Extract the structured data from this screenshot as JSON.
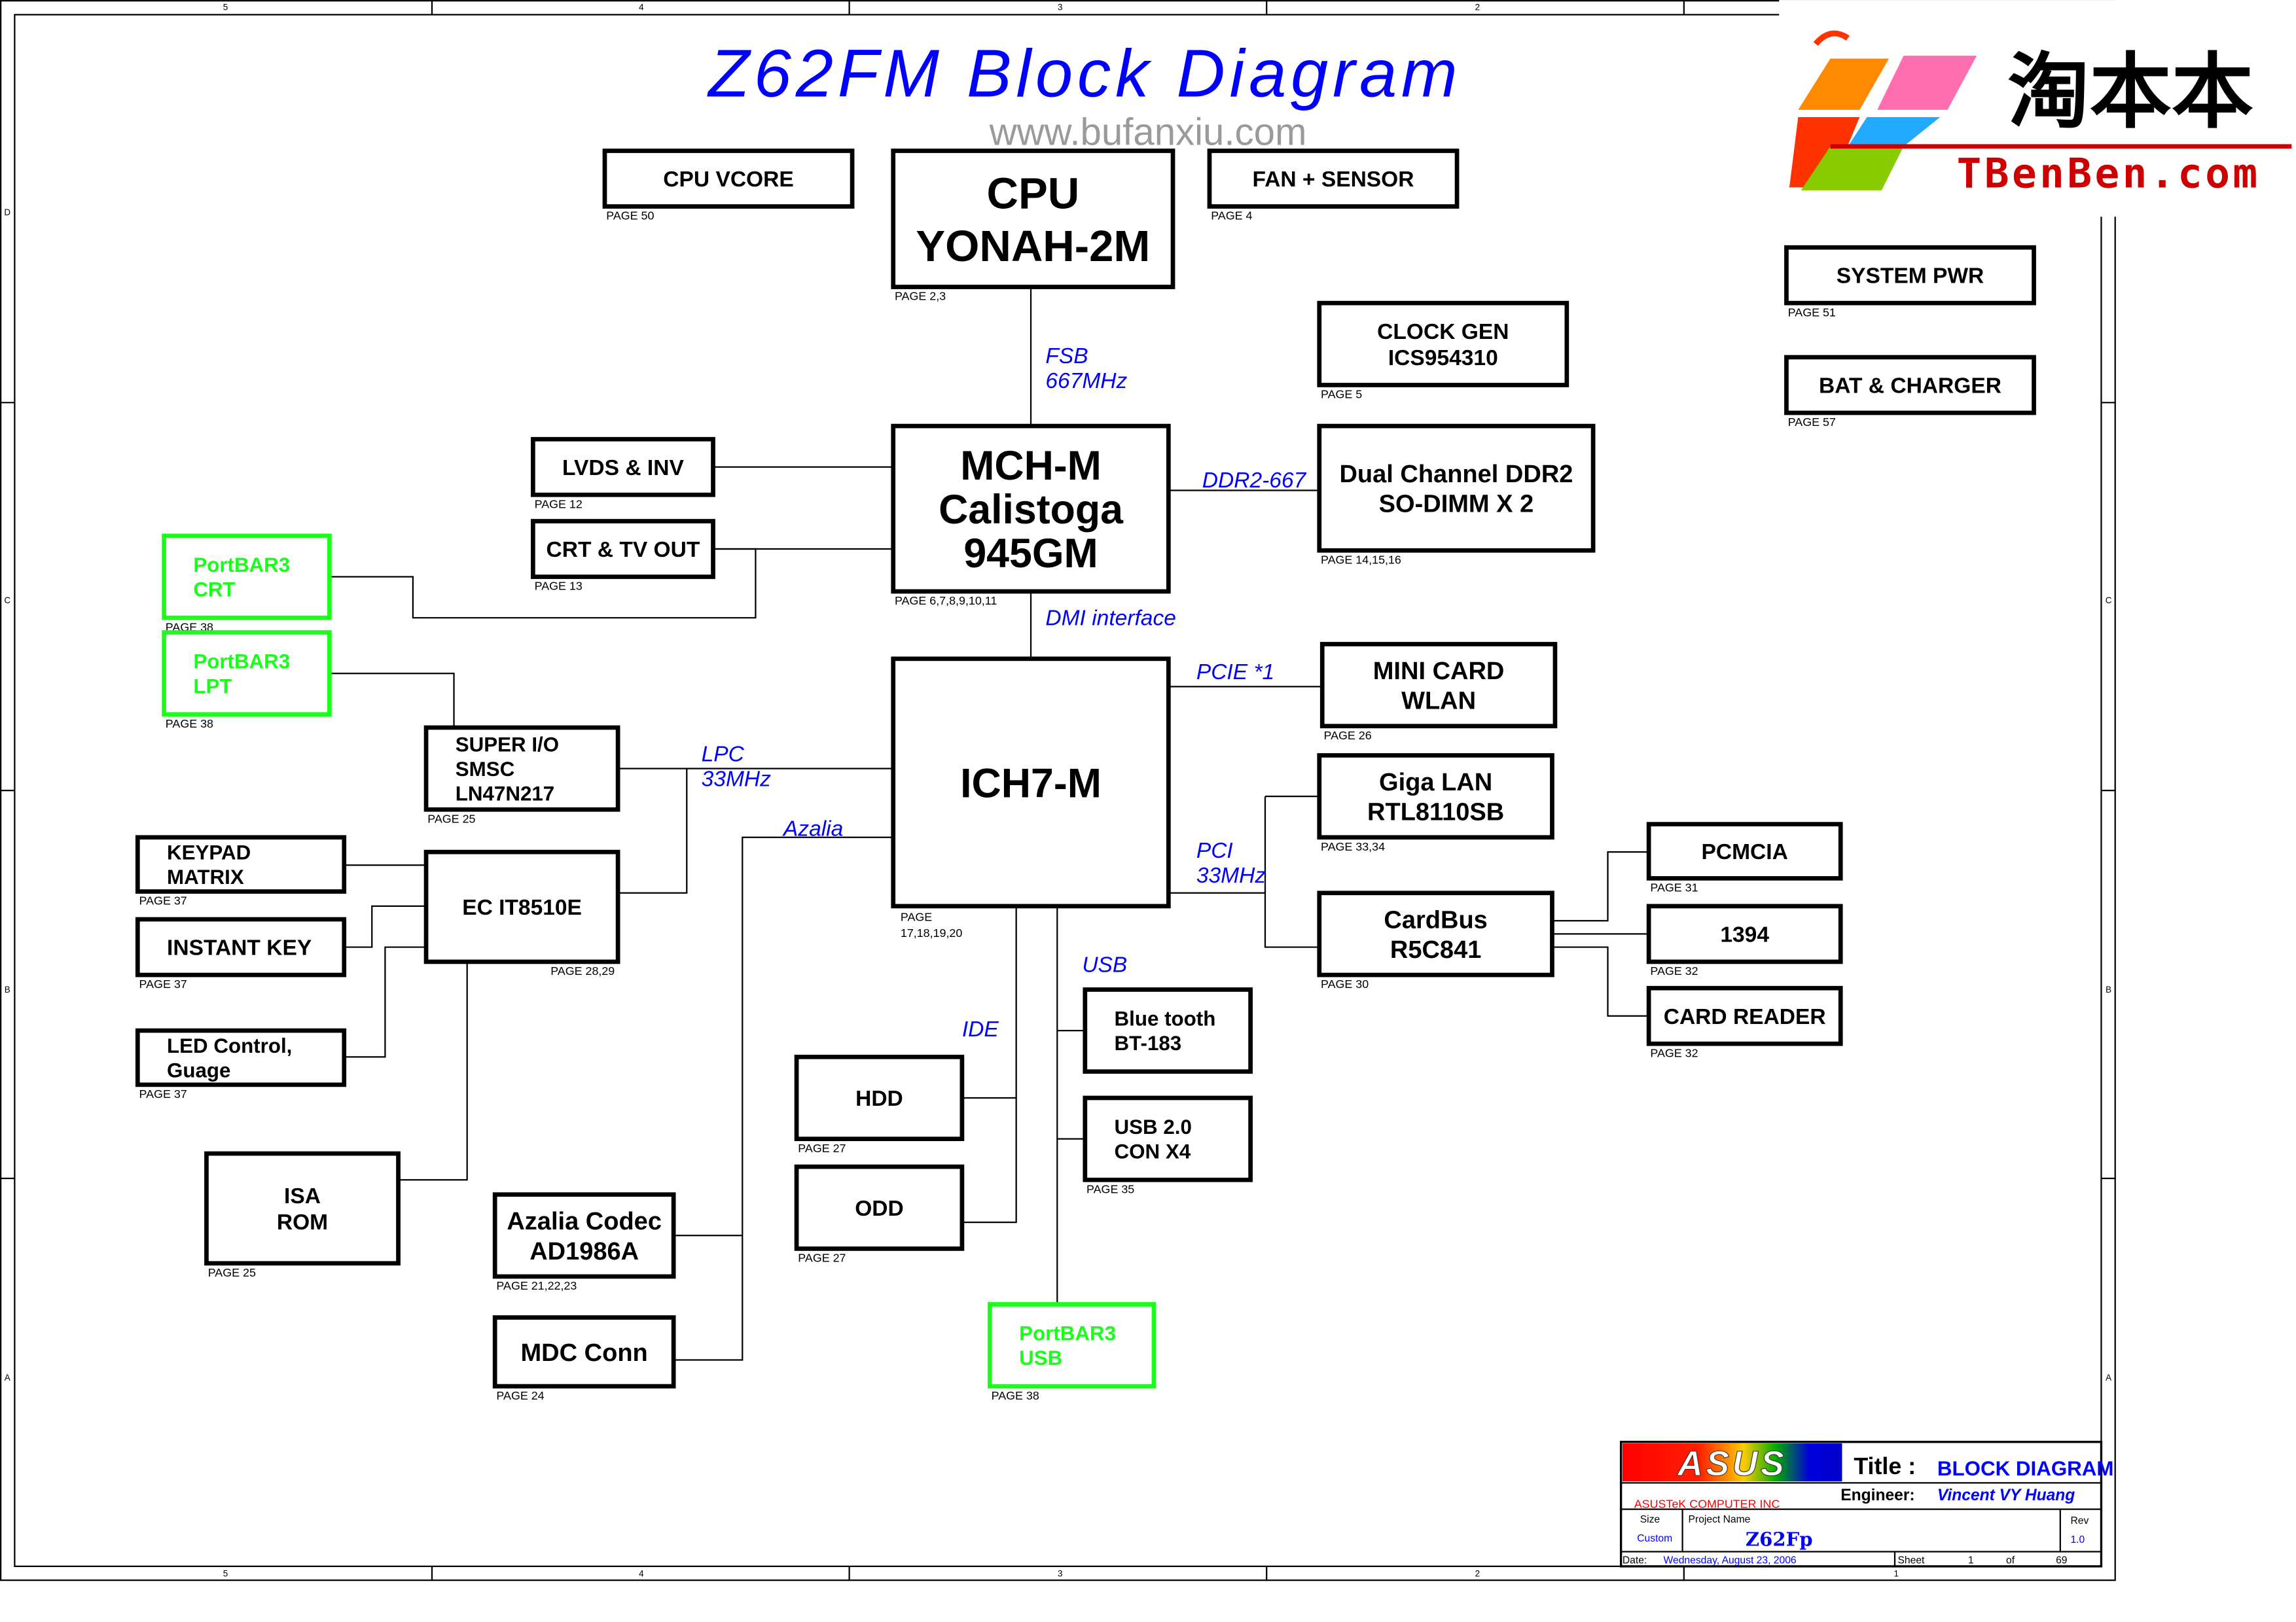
{
  "title": "Z62FM Block Diagram",
  "watermark": "www.bufanxiu.com",
  "logo_tbenben": {
    "chinese": "淘本本",
    "latin": "TBenBen.com"
  },
  "ruler": {
    "columns": [
      "5",
      "4",
      "3",
      "2"
    ],
    "rows": [
      "D",
      "C",
      "B",
      "A"
    ],
    "bottom_extra": "1"
  },
  "colors": {
    "title": "#0000ff",
    "bus_label": "#0000ff",
    "portbar": "#19ff19",
    "box": "#000000",
    "company": "#ff0000"
  },
  "blocks": [
    {
      "id": "cpu_vcore",
      "lines": [
        "CPU VCORE"
      ],
      "page": "PAGE 50"
    },
    {
      "id": "cpu",
      "lines": [
        "CPU",
        "YONAH-2M"
      ],
      "page": "PAGE 2,3"
    },
    {
      "id": "fan",
      "lines": [
        "FAN + SENSOR"
      ],
      "page": "PAGE 4"
    },
    {
      "id": "system_pwr",
      "lines": [
        "SYSTEM PWR"
      ],
      "page": "PAGE 51"
    },
    {
      "id": "bat",
      "lines": [
        "BAT & CHARGER"
      ],
      "page": "PAGE 57"
    },
    {
      "id": "clock",
      "lines": [
        "CLOCK GEN",
        "ICS954310"
      ],
      "page": "PAGE 5"
    },
    {
      "id": "mch",
      "lines": [
        "MCH-M",
        "Calistoga",
        "945GM"
      ],
      "page": "PAGE 6,7,8,9,10,11"
    },
    {
      "id": "ddr",
      "lines": [
        "Dual Channel DDR2",
        "SO-DIMM X 2"
      ],
      "page": "PAGE 14,15,16"
    },
    {
      "id": "lvds",
      "lines": [
        "LVDS & INV"
      ],
      "page": "PAGE 12"
    },
    {
      "id": "crt",
      "lines": [
        "CRT & TV OUT"
      ],
      "page": "PAGE 13"
    },
    {
      "id": "portbar_crt",
      "lines": [
        "PortBAR3",
        "CRT"
      ],
      "page": "PAGE 38",
      "color": "green"
    },
    {
      "id": "portbar_lpt",
      "lines": [
        "PortBAR3",
        "LPT"
      ],
      "page": "PAGE 38",
      "color": "green"
    },
    {
      "id": "ich",
      "lines": [
        "ICH7-M"
      ],
      "page": "PAGE",
      "page2": "17,18,19,20"
    },
    {
      "id": "minicard",
      "lines": [
        "MINI CARD",
        "WLAN"
      ],
      "page": "PAGE 26"
    },
    {
      "id": "superio",
      "lines": [
        "SUPER I/O",
        "SMSC",
        "LN47N217"
      ],
      "page": "PAGE 25"
    },
    {
      "id": "gigalan",
      "lines": [
        "Giga LAN",
        "RTL8110SB"
      ],
      "page": "PAGE 33,34"
    },
    {
      "id": "keypad",
      "lines": [
        "KEYPAD",
        "MATRIX"
      ],
      "page": "PAGE 37"
    },
    {
      "id": "ec",
      "lines": [
        "EC IT8510E"
      ],
      "page": "PAGE 28,29"
    },
    {
      "id": "instant",
      "lines": [
        "INSTANT KEY"
      ],
      "page": "PAGE 37"
    },
    {
      "id": "pcmcia",
      "lines": [
        "PCMCIA"
      ],
      "page": "PAGE 31"
    },
    {
      "id": "cardbus",
      "lines": [
        "CardBus",
        "R5C841"
      ],
      "page": "PAGE 30"
    },
    {
      "id": "ieee1394",
      "lines": [
        "1394"
      ],
      "page": "PAGE 32"
    },
    {
      "id": "cardreader",
      "lines": [
        "CARD READER"
      ],
      "page": "PAGE 32"
    },
    {
      "id": "led",
      "lines": [
        "LED Control,",
        "Guage"
      ],
      "page": "PAGE 37"
    },
    {
      "id": "bluetooth",
      "lines": [
        "Blue tooth",
        "BT-183"
      ],
      "page": ""
    },
    {
      "id": "usb20",
      "lines": [
        "USB 2.0",
        "CON X4"
      ],
      "page": "PAGE 35"
    },
    {
      "id": "hdd",
      "lines": [
        "HDD"
      ],
      "page": "PAGE 27"
    },
    {
      "id": "odd",
      "lines": [
        "ODD"
      ],
      "page": "PAGE 27"
    },
    {
      "id": "isarom",
      "lines": [
        "ISA",
        "ROM"
      ],
      "page": "PAGE 25"
    },
    {
      "id": "azalia_codec",
      "lines": [
        "Azalia Codec",
        "AD1986A"
      ],
      "page": "PAGE 21,22,23"
    },
    {
      "id": "mdc",
      "lines": [
        "MDC Conn"
      ],
      "page": "PAGE 24"
    },
    {
      "id": "portbar_usb",
      "lines": [
        "PortBAR3",
        "USB"
      ],
      "page": "PAGE 38",
      "color": "green"
    }
  ],
  "buses": [
    {
      "id": "fsb",
      "lines": [
        "FSB",
        "667MHz"
      ]
    },
    {
      "id": "ddr2",
      "lines": [
        "DDR2-667"
      ]
    },
    {
      "id": "dmi",
      "lines": [
        "DMI interface"
      ]
    },
    {
      "id": "pcie",
      "lines": [
        "PCIE *1"
      ]
    },
    {
      "id": "lpc",
      "lines": [
        "LPC",
        "33MHz"
      ]
    },
    {
      "id": "azalia",
      "lines": [
        "Azalia"
      ]
    },
    {
      "id": "pci",
      "lines": [
        "PCI",
        "33MHz"
      ]
    },
    {
      "id": "usb",
      "lines": [
        "USB"
      ]
    },
    {
      "id": "ide",
      "lines": [
        "IDE"
      ]
    }
  ],
  "title_block": {
    "logo": "ASUS",
    "title_label": "Title :",
    "title_value": "BLOCK DIAGRAM",
    "engineer_label": "Engineer:",
    "engineer_value": "Vincent VY Huang",
    "company": "ASUSTeK COMPUTER INC",
    "size_label": "Size",
    "size_value": "Custom",
    "project_label": "Project Name",
    "project_value": "Z62Fp",
    "rev_label": "Rev",
    "rev_value": "1.0",
    "date_label": "Date:",
    "date_value": "Wednesday, August 23, 2006",
    "sheet_label": "Sheet",
    "sheet_value": "1",
    "of_label": "of",
    "sheet_total": "69"
  }
}
